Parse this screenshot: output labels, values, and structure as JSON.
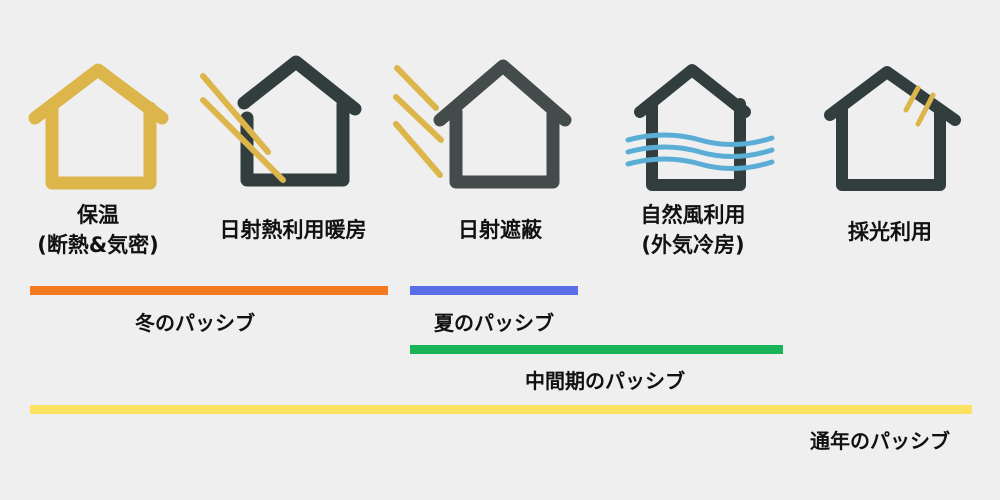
{
  "colors": {
    "background": "#efefef",
    "gold": "#dcb54b",
    "dark": "#323e3e",
    "wind": "#5aaed6",
    "winter": "#f47a20",
    "summer": "#5a6ee8",
    "mid": "#19b35a",
    "year": "#fde262"
  },
  "methods": [
    {
      "icon": "house-insulation-icon",
      "line1": "保温",
      "line2": "(断熱&気密)"
    },
    {
      "icon": "house-solar-heating-icon",
      "line1": "日射熱利用暖房"
    },
    {
      "icon": "house-solar-shading-icon",
      "line1": "日射遮蔽"
    },
    {
      "icon": "house-natural-wind-icon",
      "line1": "自然風利用",
      "line2": "(外気冷房)"
    },
    {
      "icon": "house-daylight-icon",
      "line1": "採光利用"
    }
  ],
  "periods": [
    {
      "label": "冬のパッシブ"
    },
    {
      "label": "夏のパッシブ"
    },
    {
      "label": "中間期のパッシブ"
    },
    {
      "label": "通年のパッシブ"
    }
  ]
}
